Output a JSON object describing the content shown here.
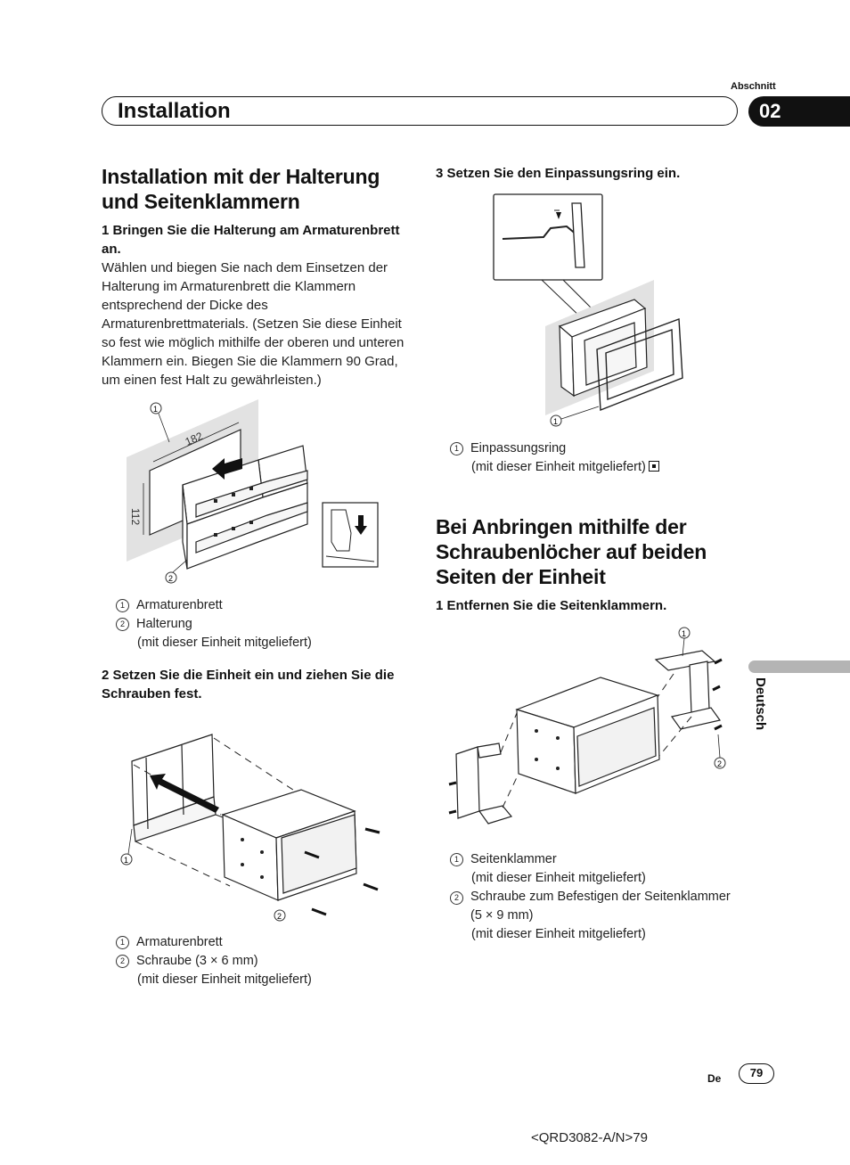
{
  "header": {
    "section_label": "Abschnitt",
    "title": "Installation",
    "section_number": "02"
  },
  "left": {
    "heading": "Installation mit der Halterung und Seitenklammern",
    "step1": {
      "title": "1    Bringen Sie die Halterung am Armaturenbrett an.",
      "body": "Wählen und biegen Sie nach dem Einsetzen der Halterung im Armaturenbrett die Klammern entsprechend der Dicke des Armaturenbrettmaterials. (Setzen Sie diese Einheit so fest wie möglich mithilfe der oberen und unteren Klammern ein. Biegen Sie die Klammern 90 Grad, um einen fest Halt zu gewährleisten.)",
      "figure": {
        "dim_width": "182",
        "dim_height": "112",
        "marker1": "1",
        "marker2": "2"
      },
      "captions": [
        {
          "num": "1",
          "text": "Armaturenbrett"
        },
        {
          "num": "2",
          "text": "Halterung",
          "sub": "(mit dieser Einheit mitgeliefert)"
        }
      ]
    },
    "step2": {
      "title": "2    Setzen Sie die Einheit ein und ziehen Sie die Schrauben fest.",
      "figure": {
        "marker1": "1",
        "marker2": "2"
      },
      "captions": [
        {
          "num": "1",
          "text": "Armaturenbrett"
        },
        {
          "num": "2",
          "text": "Schraube (3 × 6 mm)",
          "sub": "(mit dieser Einheit mitgeliefert)"
        }
      ]
    }
  },
  "right": {
    "step3": {
      "title": "3    Setzen Sie den Einpassungsring ein.",
      "figure": {
        "marker1": "1"
      },
      "caption": {
        "num": "1",
        "text": "Einpassungsring",
        "sub": "(mit dieser Einheit mitgeliefert)"
      }
    },
    "heading": "Bei Anbringen mithilfe der Schraubenlöcher auf beiden Seiten der Einheit",
    "step1": {
      "title": "1    Entfernen Sie die Seitenklammern.",
      "figure": {
        "marker1": "1",
        "marker2": "2"
      },
      "captions": [
        {
          "num": "1",
          "text": "Seitenklammer",
          "sub": "(mit dieser Einheit mitgeliefert)"
        },
        {
          "num": "2",
          "text": "Schraube zum Befestigen der Seitenklammer (5 × 9 mm)",
          "sub": "(mit dieser Einheit mitgeliefert)"
        }
      ]
    }
  },
  "side_tab": {
    "language": "Deutsch"
  },
  "footer": {
    "lang_code": "De",
    "page_number": "79",
    "doc_code": "<QRD3082-A/N>79"
  },
  "icons": {
    "end_mark": "stop-square-icon",
    "arrow": "insert-arrow-icon",
    "hand": "hand-pressing-icon"
  }
}
